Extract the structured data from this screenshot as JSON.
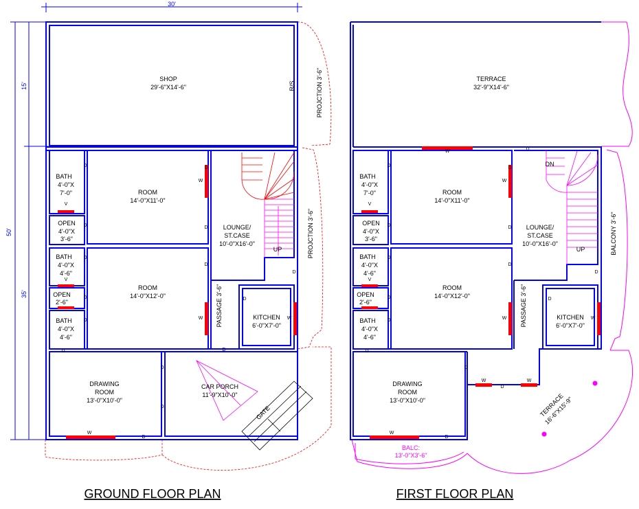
{
  "ground_floor": {
    "title": "GROUND FLOOR PLAN",
    "dims": {
      "width": "30'",
      "depth": "50'",
      "front": "15'",
      "rear": "35'"
    },
    "rooms": {
      "shop": {
        "name": "SHOP",
        "size": "29'-6\"X14'-6\""
      },
      "room1": {
        "name": "ROOM",
        "size": "14'-0\"X11'-0\""
      },
      "room2": {
        "name": "ROOM",
        "size": "14'-0\"X12'-0\""
      },
      "bath1": {
        "name": "BATH",
        "size1": "4'-0\"X",
        "size2": "7'-0\""
      },
      "open1": {
        "name": "OPEN",
        "size1": "4'-0\"X",
        "size2": "3'-6\""
      },
      "bath2": {
        "name": "BATH",
        "size1": "4'-0\"X",
        "size2": "4'-6\""
      },
      "open2": {
        "name": "OPEN",
        "size1": "2'-6\""
      },
      "bath3": {
        "name": "BATH",
        "size1": "4'-0\"X",
        "size2": "4'-6\""
      },
      "lounge": {
        "name1": "LOUNGE/",
        "name2": "ST.CASE",
        "size": "10'-0\"X16'-0\""
      },
      "kitchen": {
        "name": "KITCHEN",
        "size": "6'-0\"X7'-0\""
      },
      "drawing": {
        "name1": "DRAWING",
        "name2": "ROOM",
        "size": "13'-0\"X10'-0\""
      },
      "carporch": {
        "name": "CAR PORCH",
        "size": "11'-9\"X10'-0\""
      }
    },
    "labels": {
      "rs": "R/S",
      "projection1": "PROJCTION 3'-6\"",
      "projection2": "PROJCTION 3'-6\"",
      "passage": "PASSAGE  3'-6\"",
      "up": "UP",
      "gate": "GATE",
      "w": "W",
      "d": "D",
      "v": "V"
    }
  },
  "first_floor": {
    "title": "FIRST FLOOR PLAN",
    "rooms": {
      "terrace1": {
        "name": "TERRACE",
        "size": "32'-9\"X14'-6\""
      },
      "room1": {
        "name": "ROOM",
        "size": "14'-0\"X11'-0\""
      },
      "room2": {
        "name": "ROOM",
        "size": "14'-0\"X12'-0\""
      },
      "bath1": {
        "name": "BATH",
        "size1": "4'-0\"X",
        "size2": "7'-0\""
      },
      "open1": {
        "name": "OPEN",
        "size1": "4'-0\"X",
        "size2": "3'-6\""
      },
      "bath2": {
        "name": "BATH",
        "size1": "4'-0\"X",
        "size2": "4'-6\""
      },
      "open2": {
        "name": "OPEN",
        "size1": "2'-6\""
      },
      "bath3": {
        "name": "BATH",
        "size1": "4'-0\"X",
        "size2": "4'-6\""
      },
      "lounge": {
        "name1": "LOUNGE/",
        "name2": "ST.CASE",
        "size": "10'-0\"X16'-0\""
      },
      "kitchen": {
        "name": "KITCHEN",
        "size": "6'-0\"X7'-0\""
      },
      "drawing": {
        "name1": "DRAWING",
        "name2": "ROOM",
        "size": "13'-0\"X10'-0\""
      },
      "terrace2": {
        "name": "TERRACE",
        "size": "16'-6\"X15'-9\""
      },
      "balc": {
        "name": "BALC:",
        "size": "13'-0\"X3'-6\""
      }
    },
    "labels": {
      "balcony": "BALCONY 3'-6\"",
      "passage": "PASSAGE  3'-6\"",
      "dn": "DN",
      "up": "UP",
      "w": "W",
      "d": "D",
      "v": "V"
    }
  },
  "colors": {
    "wall": "#0000ff",
    "window": "#ff0000",
    "outline": "#ff00ff",
    "dashed": "#ff0000",
    "text": "#000000"
  }
}
